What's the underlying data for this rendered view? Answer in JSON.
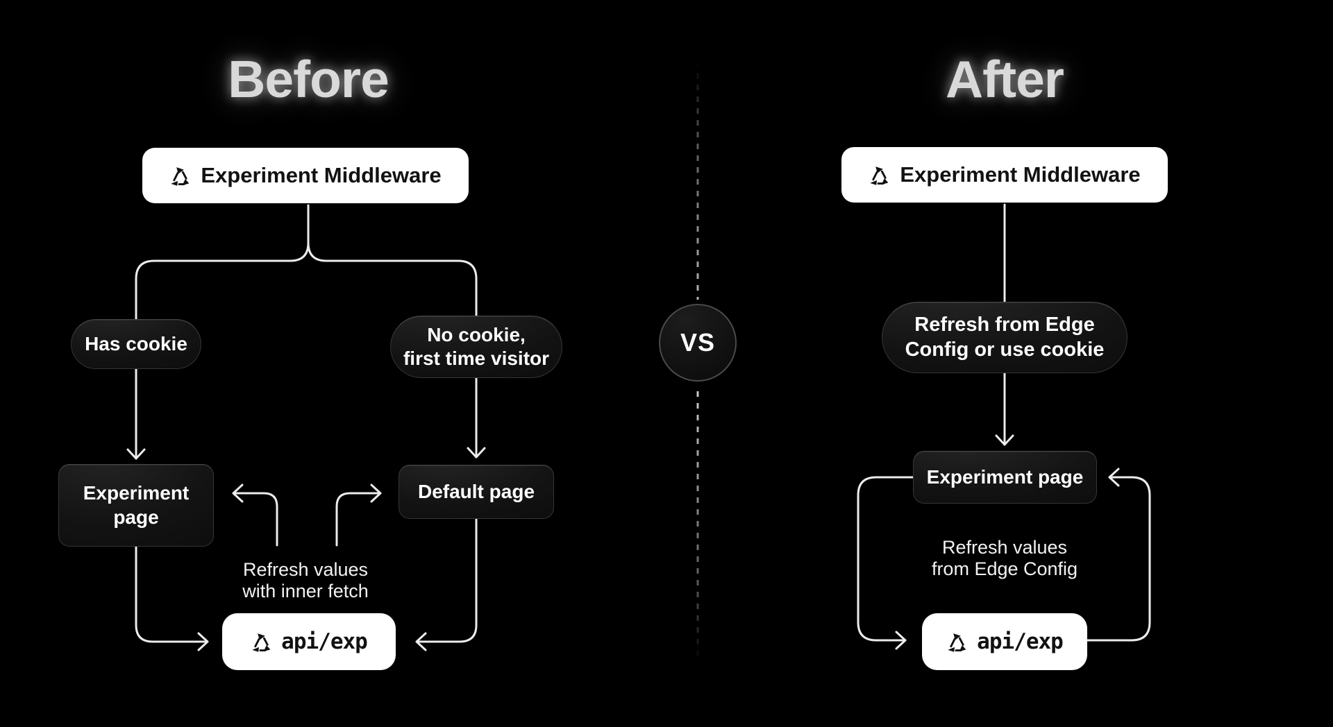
{
  "before": {
    "title": "Before",
    "middleware_label": "Experiment Middleware",
    "has_cookie_label": "Has cookie",
    "no_cookie_line1": "No cookie,",
    "no_cookie_line2": "first time visitor",
    "experiment_page_line1": "Experiment",
    "experiment_page_line2": "page",
    "default_page_label": "Default page",
    "note_line1": "Refresh values",
    "note_line2": "with inner fetch",
    "api_label": "api/exp"
  },
  "after": {
    "title": "After",
    "middleware_label": "Experiment Middleware",
    "pill_line1": "Refresh from Edge",
    "pill_line2": "Config or use cookie",
    "experiment_page_label": "Experiment page",
    "note_line1": "Refresh values",
    "note_line2": "from Edge Config",
    "api_label": "api/exp"
  },
  "divider": {
    "vs_label": "VS"
  },
  "colors": {
    "background": "#000000",
    "connector_line": "#ececec",
    "white_node_bg": "#ffffff",
    "white_node_text": "#121212",
    "dark_node_bg": "#111111",
    "dark_node_border": "#3a3a3a",
    "title_text": "#d9d9d9"
  }
}
